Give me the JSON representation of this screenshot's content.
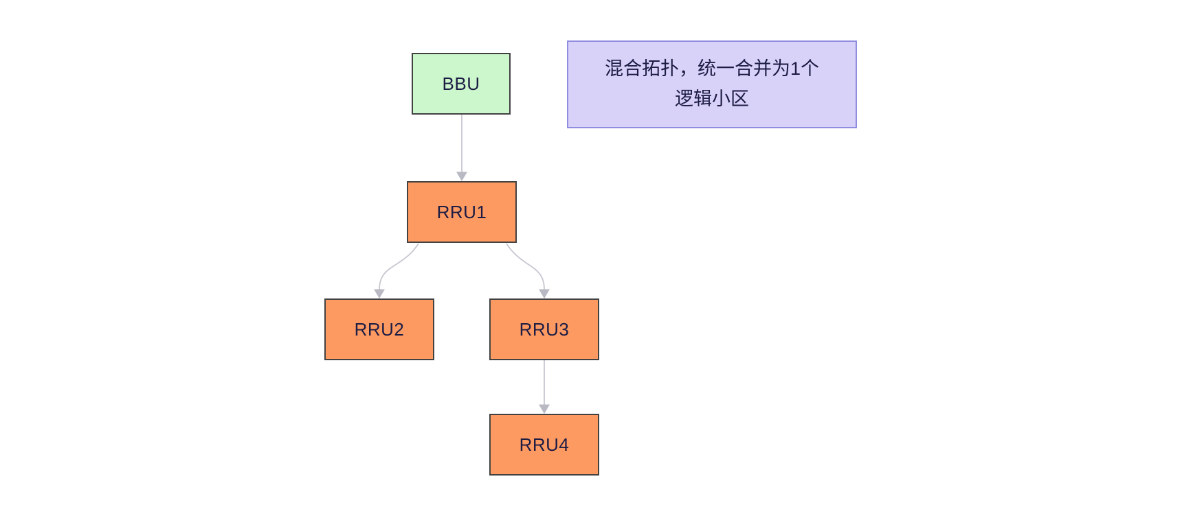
{
  "diagram": {
    "type": "topology-flowchart",
    "nodes": [
      {
        "id": "bbu",
        "label": "BBU",
        "kind": "bbu"
      },
      {
        "id": "rru1",
        "label": "RRU1",
        "kind": "rru"
      },
      {
        "id": "rru2",
        "label": "RRU2",
        "kind": "rru"
      },
      {
        "id": "rru3",
        "label": "RRU3",
        "kind": "rru"
      },
      {
        "id": "rru4",
        "label": "RRU4",
        "kind": "rru"
      }
    ],
    "edges": [
      {
        "from": "BBU",
        "to": "RRU1"
      },
      {
        "from": "RRU1",
        "to": "RRU2"
      },
      {
        "from": "RRU1",
        "to": "RRU3"
      },
      {
        "from": "RRU3",
        "to": "RRU4"
      }
    ],
    "note": {
      "line1": "混合拓扑，统一合并为1个",
      "line2": "逻辑小区"
    },
    "colors": {
      "background": "#ffffff",
      "bbu_fill": "#ccf7cc",
      "rru_fill": "#fc9a62",
      "node_border": "#424242",
      "note_fill": "#d8d1f8",
      "note_border": "#908cdf",
      "edge_line": "#c7c7d1",
      "edge_arrowhead": "#b9b9c4",
      "text": "#1c1c44"
    }
  }
}
